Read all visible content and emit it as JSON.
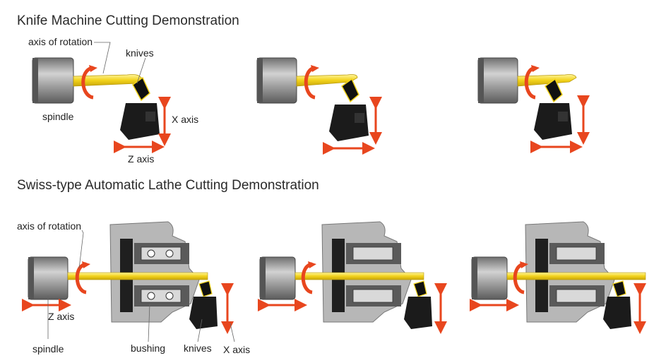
{
  "sections": {
    "knife": {
      "title": "Knife Machine Cutting Demonstration",
      "labels": {
        "axis_of_rotation": "axis of rotation",
        "knives": "knives",
        "spindle": "spindle",
        "x_axis": "X axis",
        "z_axis": "Z axis"
      }
    },
    "swiss": {
      "title": "Swiss-type Automatic Lathe Cutting Demonstration",
      "labels": {
        "axis_of_rotation": "axis of rotation",
        "z_axis": "Z axis",
        "spindle": "spindle",
        "bushing": "bushing",
        "knives": "knives",
        "x_axis": "X axis"
      }
    }
  },
  "colors": {
    "workpiece": "#f2d21b",
    "arrow": "#e8461e",
    "spindle": "#8a8a8a",
    "tool": "#1b1b1b",
    "housing": "#b7b7b7"
  },
  "icons": [
    "spindle-icon",
    "workpiece-icon",
    "rotation-arrow-icon",
    "knife-tool-icon",
    "double-arrow-icon",
    "bushing-housing-icon"
  ]
}
